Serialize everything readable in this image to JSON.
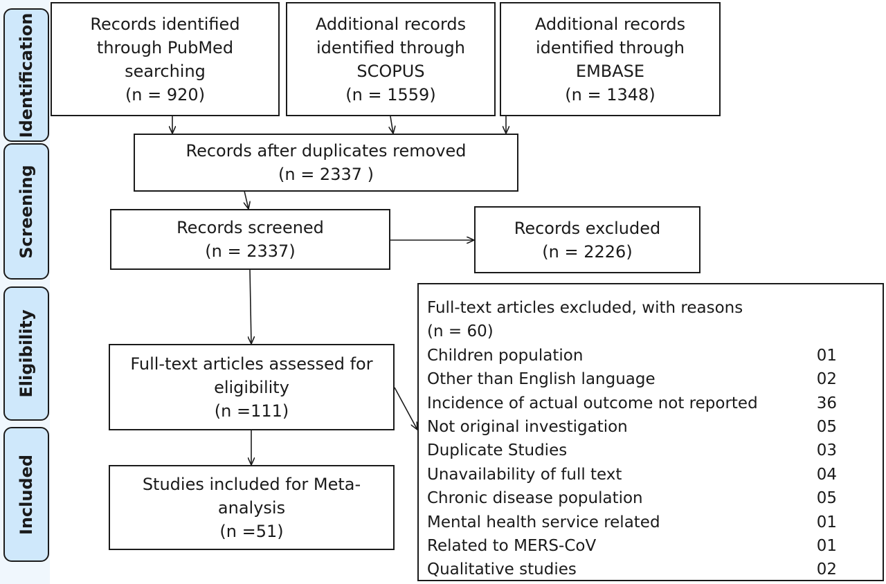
{
  "phases": {
    "identification": "Identification",
    "screening": "Screening",
    "eligibility": "Eligibility",
    "included": "Included"
  },
  "boxes": {
    "pubmed": {
      "lines": [
        "Records identified",
        "through PubMed",
        "searching",
        "(n =  920)"
      ]
    },
    "scopus": {
      "lines": [
        "Additional records",
        "identified through",
        "SCOPUS",
        "(n = 1559)"
      ]
    },
    "embase": {
      "lines": [
        "Additional records",
        "identified through",
        "EMBASE",
        "(n =  1348)"
      ]
    },
    "duplicates_removed": {
      "lines": [
        "Records after duplicates removed",
        "(n = 2337 )"
      ]
    },
    "screened": {
      "lines": [
        "Records screened",
        "(n =  2337)"
      ]
    },
    "excluded": {
      "lines": [
        "Records excluded",
        "(n =  2226)"
      ]
    },
    "fulltext_assessed": {
      "lines": [
        "Full-text articles assessed for",
        "eligibility",
        "(n =111)"
      ]
    },
    "included_studies": {
      "lines": [
        "Studies included for Meta-",
        "analysis",
        "(n =51)"
      ]
    }
  },
  "fulltext_excluded": {
    "title": "Full-text articles excluded, with reasons",
    "count": "(n = 60)",
    "reasons": [
      {
        "label": "Children population",
        "value": "01"
      },
      {
        "label": "Other than English language",
        "value": "02"
      },
      {
        "label": "Incidence of actual outcome not reported",
        "value": "36"
      },
      {
        "label": "Not original investigation",
        "value": "05"
      },
      {
        "label": "Duplicate Studies",
        "value": "03"
      },
      {
        "label": "Unavailability of full text",
        "value": "04"
      },
      {
        "label": "Chronic disease population",
        "value": "05"
      },
      {
        "label": "Mental health service related",
        "value": "01"
      },
      {
        "label": "Related to MERS-CoV",
        "value": "01"
      },
      {
        "label": "Qualitative studies",
        "value": "02"
      }
    ]
  }
}
